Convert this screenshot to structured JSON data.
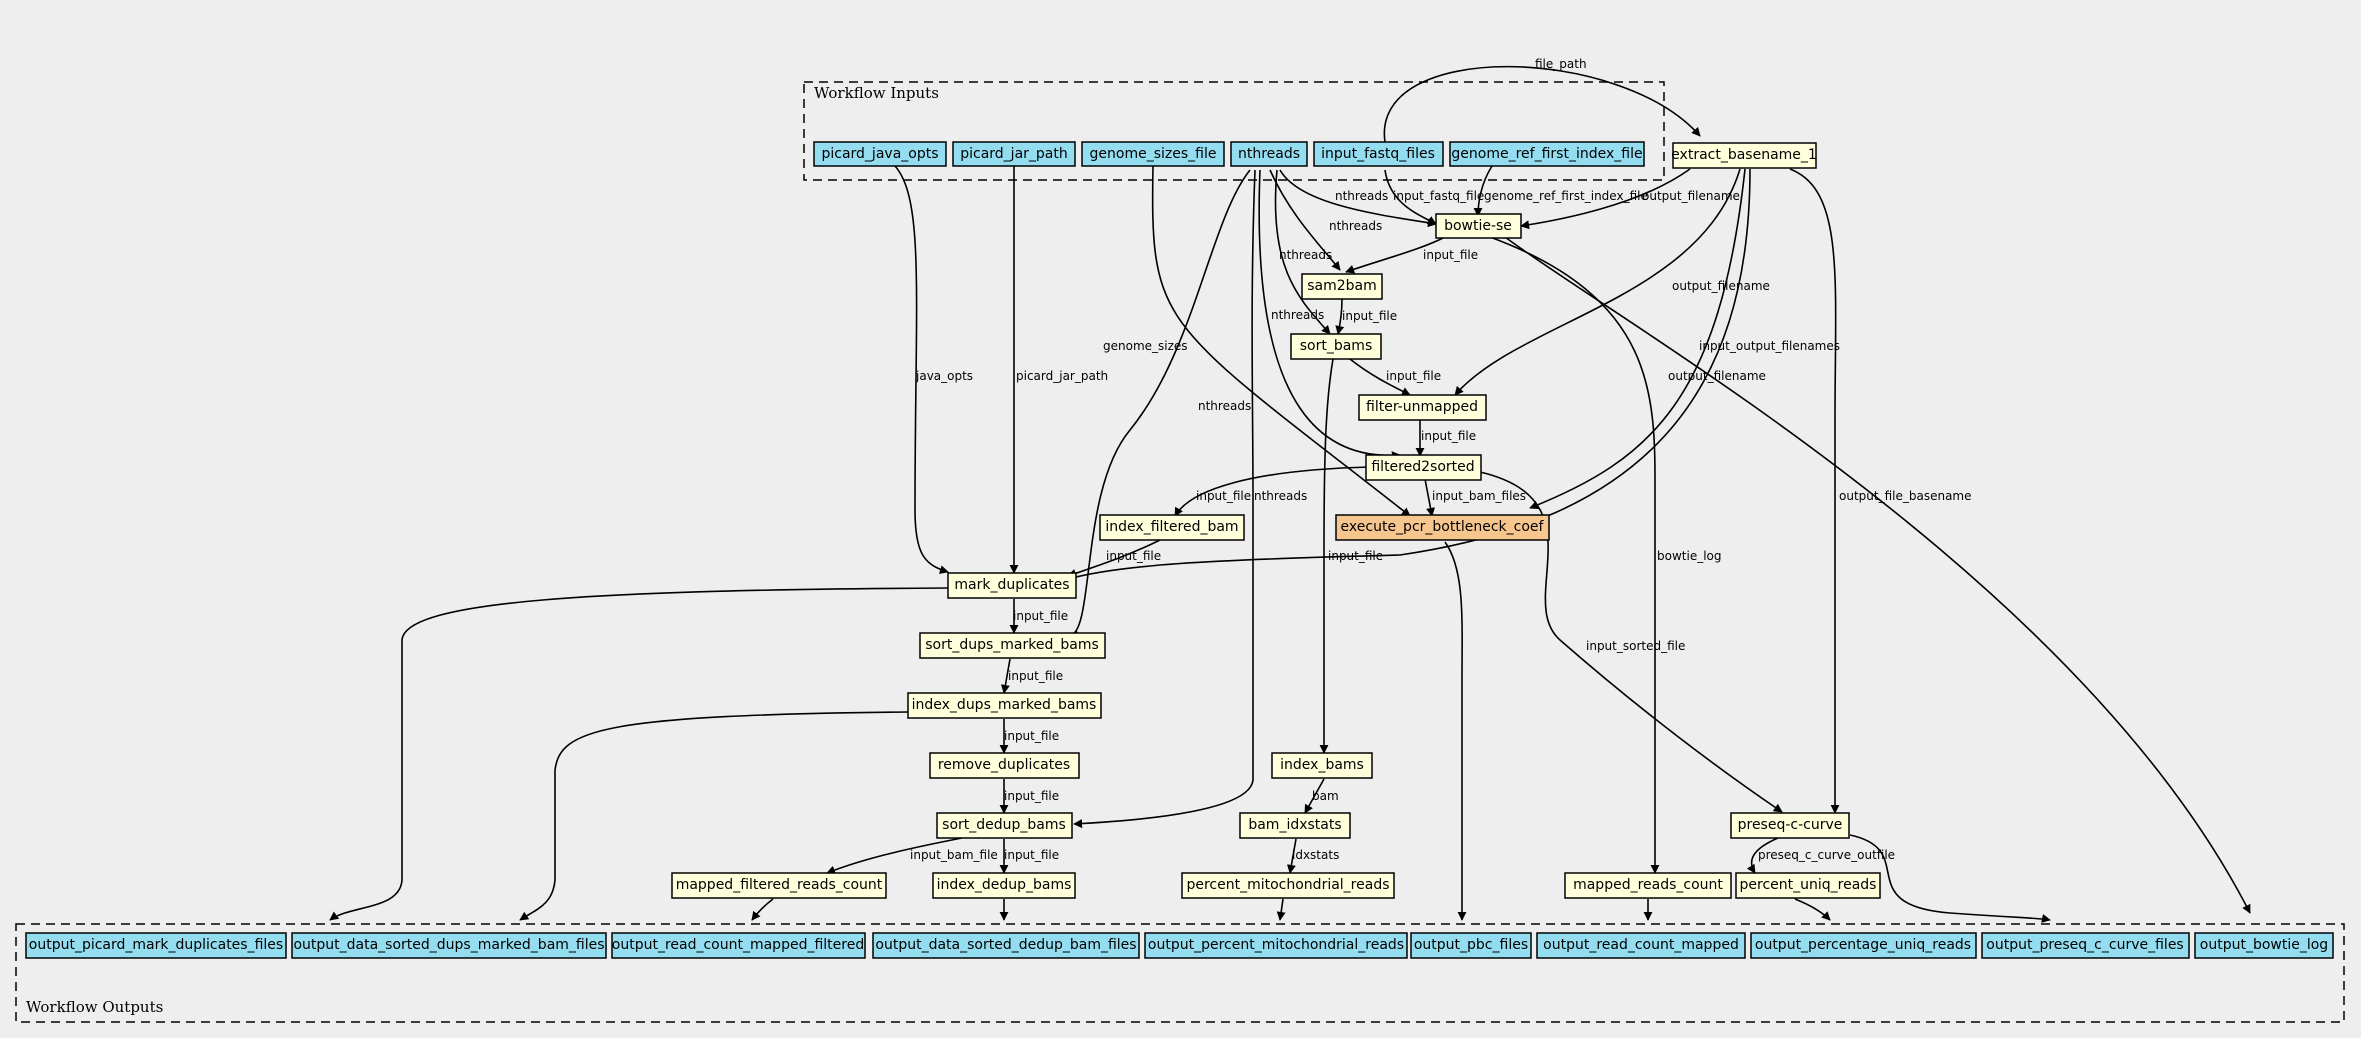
{
  "colors": {
    "input": "#94ddf0",
    "step": "#ffffdc",
    "highlight": "#f7c68e",
    "background": "#eeeeee"
  },
  "clusters": {
    "inputs_title": "Workflow Inputs",
    "outputs_title": "Workflow Outputs"
  },
  "nodes": {
    "picard_java_opts": "picard_java_opts",
    "picard_jar_path": "picard_jar_path",
    "genome_sizes_file": "genome_sizes_file",
    "nthreads": "nthreads",
    "input_fastq_files": "input_fastq_files",
    "genome_ref_first_index_file": "genome_ref_first_index_file",
    "extract_basename_1": "extract_basename_1",
    "bowtie_se": "bowtie-se",
    "sam2bam": "sam2bam",
    "sort_bams": "sort_bams",
    "filter_unmapped": "filter-unmapped",
    "filtered2sorted": "filtered2sorted",
    "index_filtered_bam": "index_filtered_bam",
    "execute_pcr_bottleneck_coef": "execute_pcr_bottleneck_coef",
    "mark_duplicates": "mark_duplicates",
    "sort_dups_marked_bams": "sort_dups_marked_bams",
    "index_dups_marked_bams": "index_dups_marked_bams",
    "remove_duplicates": "remove_duplicates",
    "sort_dedup_bams": "sort_dedup_bams",
    "index_bams": "index_bams",
    "bam_idxstats": "bam_idxstats",
    "percent_mitochondrial_reads": "percent_mitochondrial_reads",
    "mapped_filtered_reads_count": "mapped_filtered_reads_count",
    "index_dedup_bams": "index_dedup_bams",
    "preseq_c_curve": "preseq-c-curve",
    "mapped_reads_count": "mapped_reads_count",
    "percent_uniq_reads": "percent_uniq_reads",
    "output_picard_mark_duplicates_files": "output_picard_mark_duplicates_files",
    "output_data_sorted_dups_marked_bam_files": "output_data_sorted_dups_marked_bam_files",
    "output_read_count_mapped_filtered": "output_read_count_mapped_filtered",
    "output_data_sorted_dedup_bam_files": "output_data_sorted_dedup_bam_files",
    "output_percent_mitochondrial_reads": "output_percent_mitochondrial_reads",
    "output_pbc_files": "output_pbc_files",
    "output_read_count_mapped": "output_read_count_mapped",
    "output_percentage_uniq_reads": "output_percentage_uniq_reads",
    "output_preseq_c_curve_files": "output_preseq_c_curve_files",
    "output_bowtie_log": "output_bowtie_log"
  },
  "edge_labels": {
    "file_path": "file_path",
    "nthreads": "nthreads",
    "input_fastq_file": "input_fastq_file",
    "genome_ref_first_index_file": "genome_ref_first_index_file",
    "output_filename": "output_filename",
    "input_file": "input_file",
    "java_opts": "java_opts",
    "picard_jar_path": "picard_jar_path",
    "genome_sizes": "genome_sizes",
    "input_output_filenames": "input_output_filenames",
    "output_file_basename": "output_file_basename",
    "input_bam_files": "input_bam_files",
    "bowtie_log": "bowtie_log",
    "input_sorted_file": "input_sorted_file",
    "bam": "bam",
    "idxstats": "idxstats",
    "input_bam_file": "input_bam_file",
    "preseq_c_curve_outfile": "preseq_c_curve_outfile"
  }
}
